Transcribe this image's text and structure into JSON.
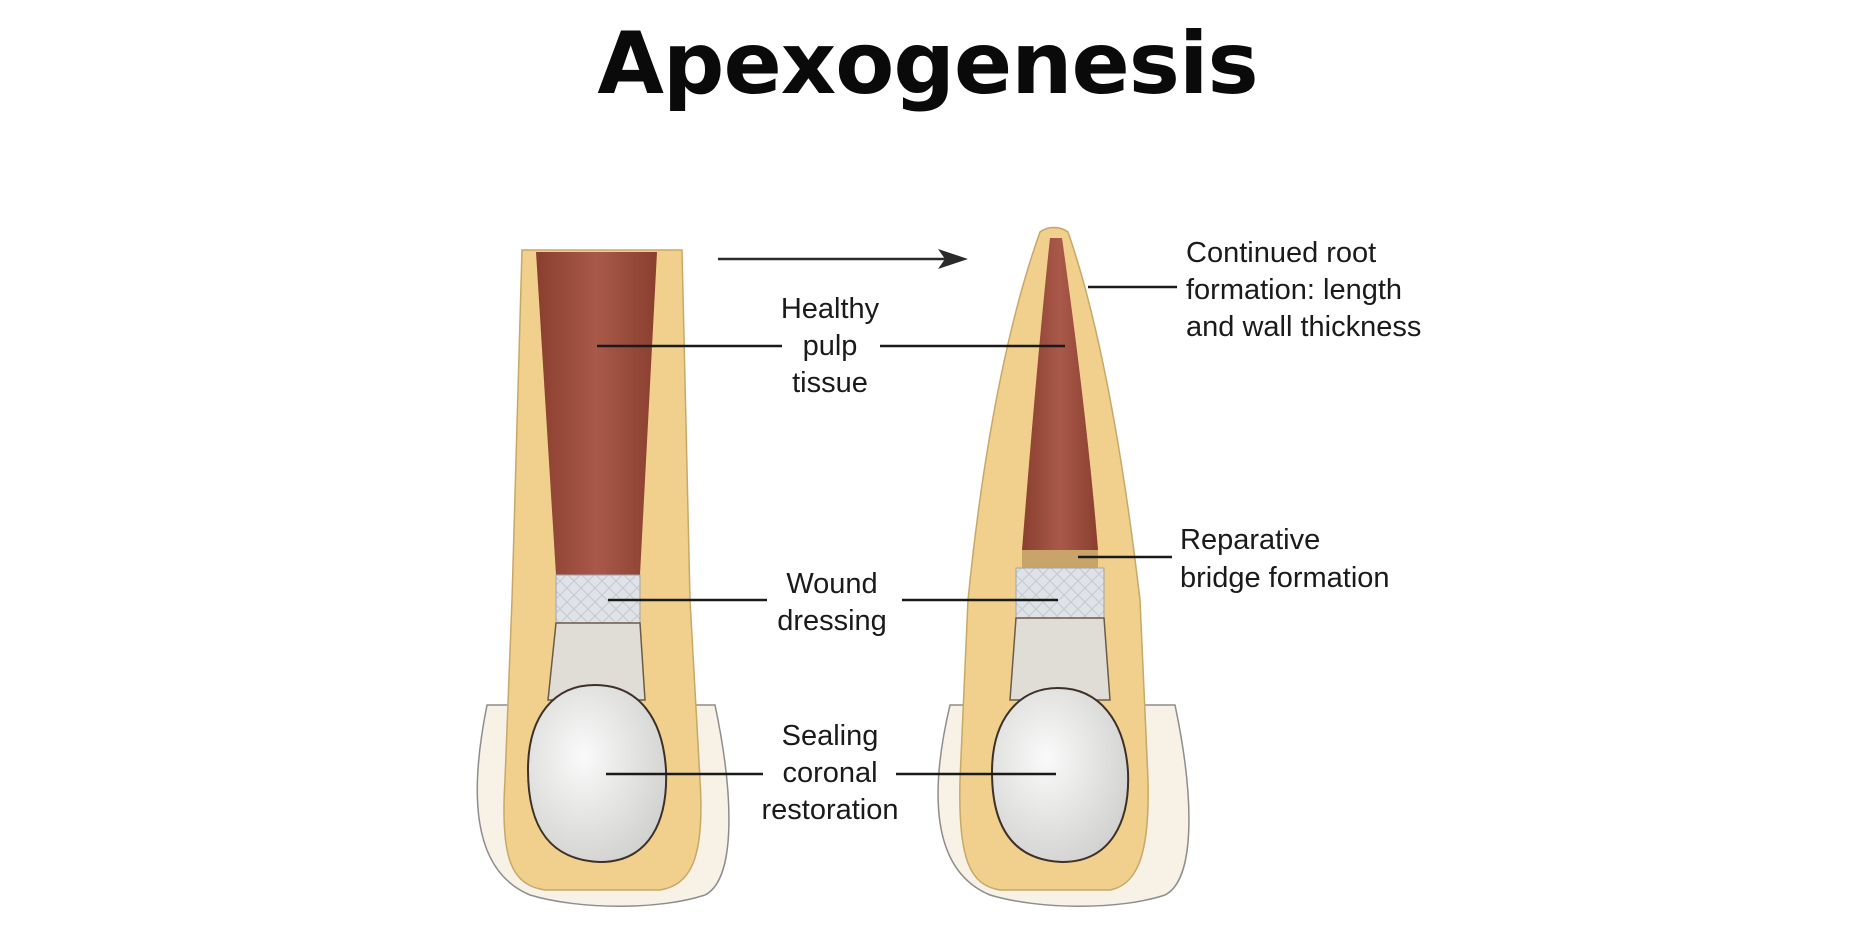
{
  "title": "Apexogenesis",
  "labels": {
    "healthy_pulp": [
      "Healthy",
      "pulp",
      "tissue"
    ],
    "wound_dressing": [
      "Wound",
      "dressing"
    ],
    "sealing_restoration": [
      "Sealing",
      "coronal",
      "restoration"
    ],
    "continued_root": [
      "Continued root",
      "formation: length",
      "and wall thickness"
    ],
    "reparative_bridge": [
      "Reparative",
      "bridge formation"
    ]
  },
  "colors": {
    "dentin": "#f3d89a",
    "enamel": "#f9efd9",
    "pulp": "#9e4e3a",
    "dressing": "#d7dbe0",
    "restoration": "#e6e6e4",
    "bridge": "#c8a06a"
  }
}
